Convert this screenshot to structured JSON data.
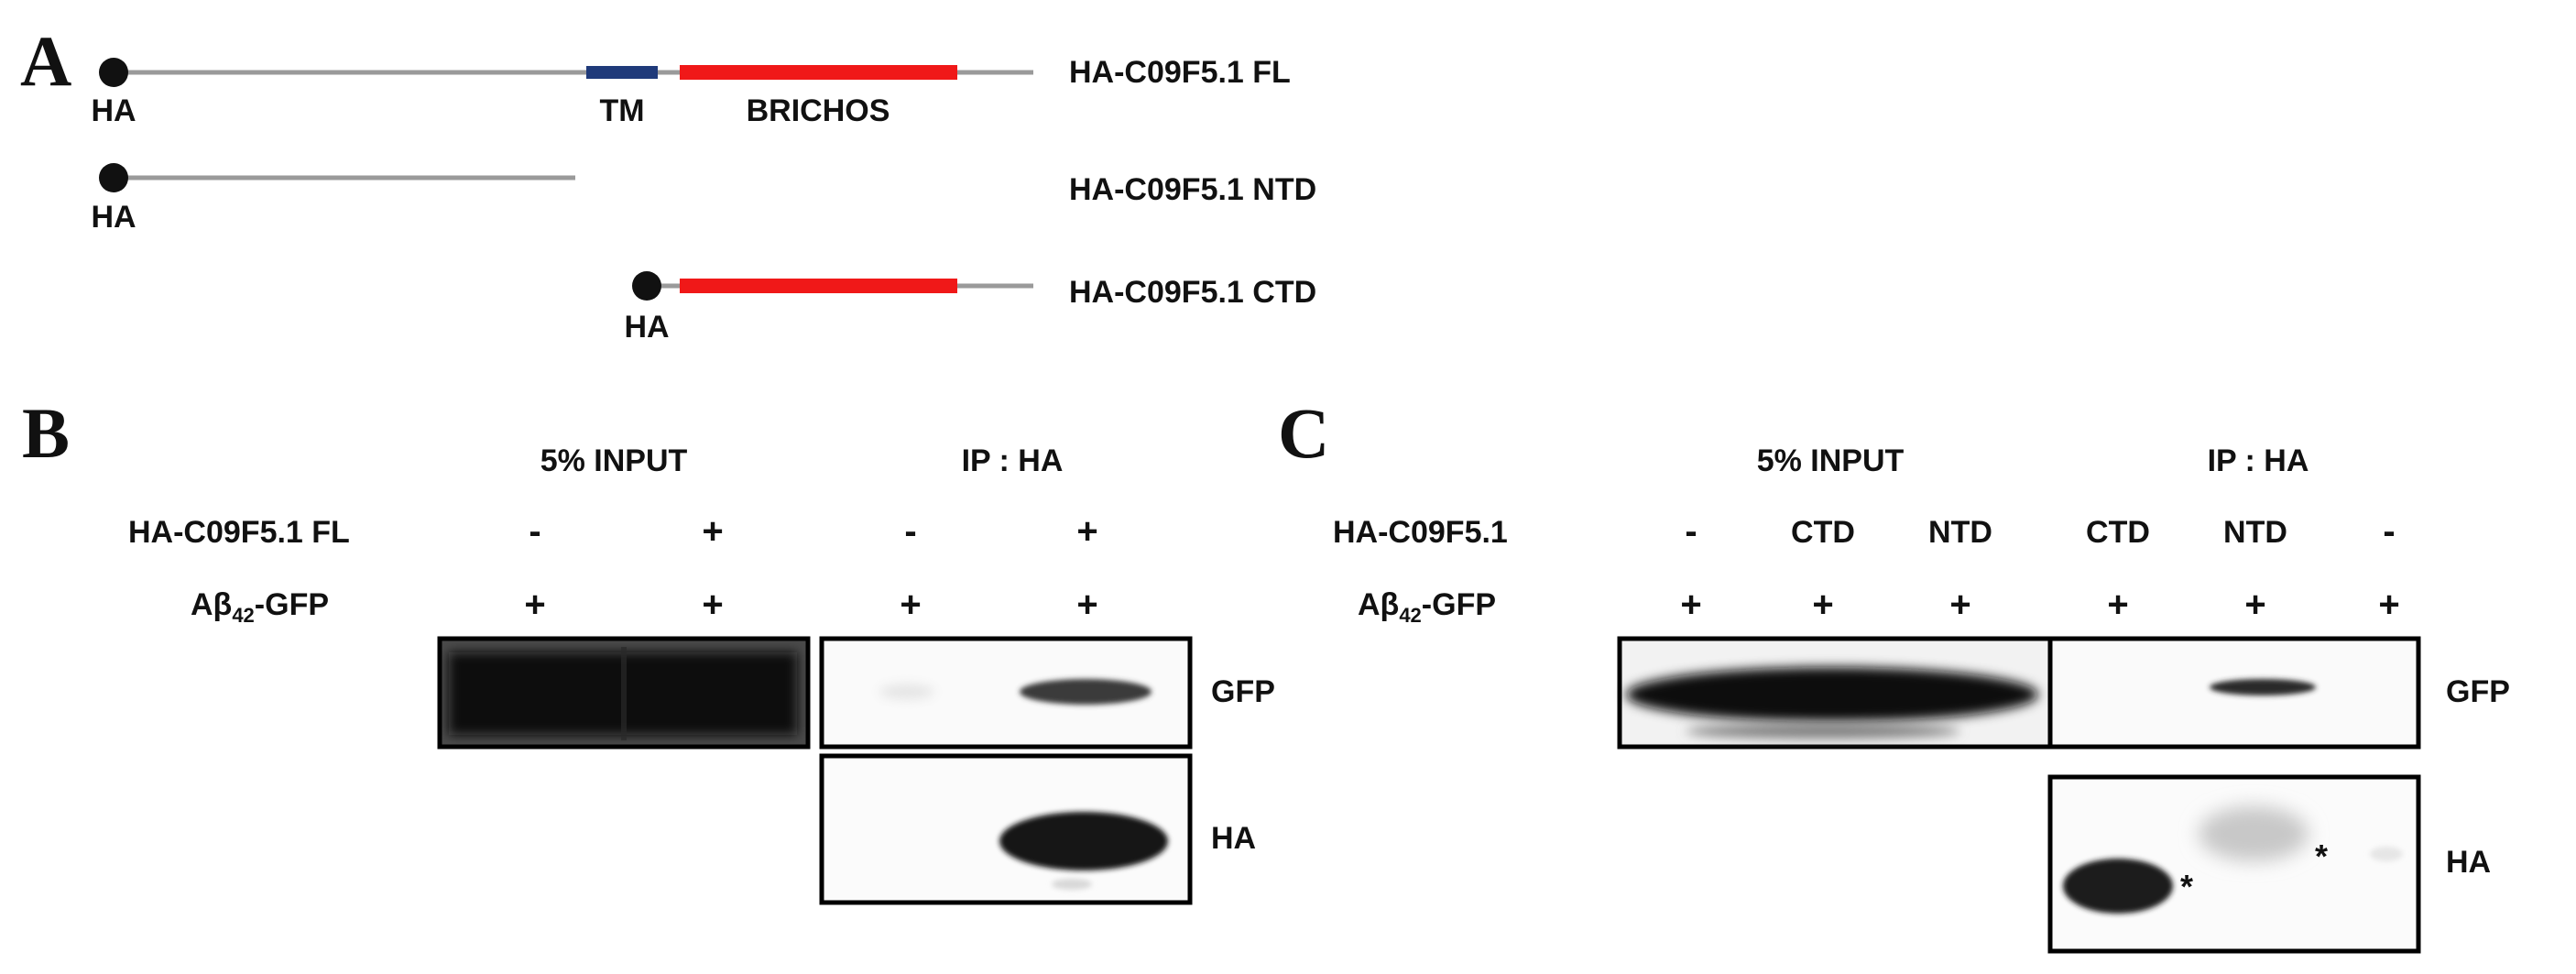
{
  "panelA": {
    "letter": "A",
    "constructs": [
      {
        "name": "HA-C09F5.1  FL",
        "tag": "HA"
      },
      {
        "name": "HA-C09F5.1  NTD",
        "tag": "HA"
      },
      {
        "name": "HA-C09F5.1  CTD",
        "tag": "HA"
      }
    ],
    "domains": {
      "tm": "TM",
      "brichos": "BRICHOS"
    },
    "colors": {
      "backbone": "#9a9a9a",
      "tm": "#1f3a7a",
      "brichos": "#f01818",
      "ha_dot": "#111111"
    }
  },
  "panelB": {
    "letter": "B",
    "input_header": "5% INPUT",
    "ip_header": "IP : HA",
    "row1_label": "HA-C09F5.1 FL",
    "row2_label_main": "Aβ",
    "row2_label_sub": "42",
    "row2_label_tail": "-GFP",
    "row1_signs": [
      "-",
      "+",
      "-",
      "+"
    ],
    "row2_signs": [
      "+",
      "+",
      "+",
      "+"
    ],
    "blot_labels": {
      "gfp": "GFP",
      "ha": "HA"
    }
  },
  "panelC": {
    "letter": "C",
    "input_header": "5% INPUT",
    "ip_header": "IP : HA",
    "row1_label": "HA-C09F5.1",
    "row2_label_main": "Aβ",
    "row2_label_sub": "42",
    "row2_label_tail": "-GFP",
    "row1_signs": [
      "-",
      "CTD",
      "NTD",
      "CTD",
      "NTD",
      "-"
    ],
    "row2_signs": [
      "+",
      "+",
      "+",
      "+",
      "+",
      "+"
    ],
    "blot_labels": {
      "gfp": "GFP",
      "ha": "HA"
    },
    "asterisks": [
      "*",
      "*"
    ]
  }
}
